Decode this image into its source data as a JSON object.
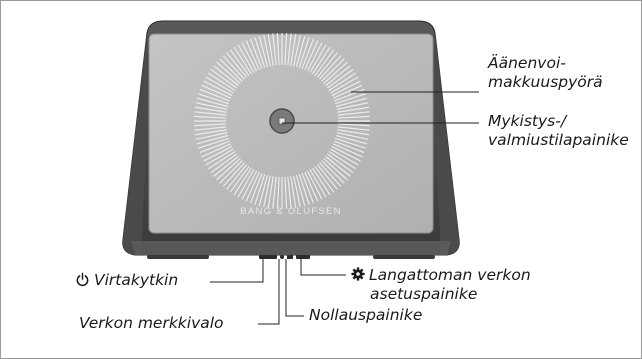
{
  "device": {
    "brand_text": "BANG & OLUFSEN",
    "colors": {
      "body_dark": "#3d3d3d",
      "body_mid": "#6b6b6b",
      "top_face": "#b9b9b9",
      "ring_ticks": "#f2f2f2",
      "button_ring": "#4a4a4a",
      "leader_line": "#222222"
    }
  },
  "labels": {
    "volume_wheel": [
      "Äänenvoi-",
      "makkuuspyörä"
    ],
    "mute_standby": [
      "Mykistys-/",
      "valmiustilapainike"
    ],
    "power_switch": "Virtakytkin",
    "power_icon": "power-icon",
    "wireless_setup": [
      "Langattoman verkon",
      "asetuspainike"
    ],
    "gear_icon": "gear-icon",
    "network_light": "Verkon merkkivalo",
    "reset_button": "Nollauspainike"
  }
}
